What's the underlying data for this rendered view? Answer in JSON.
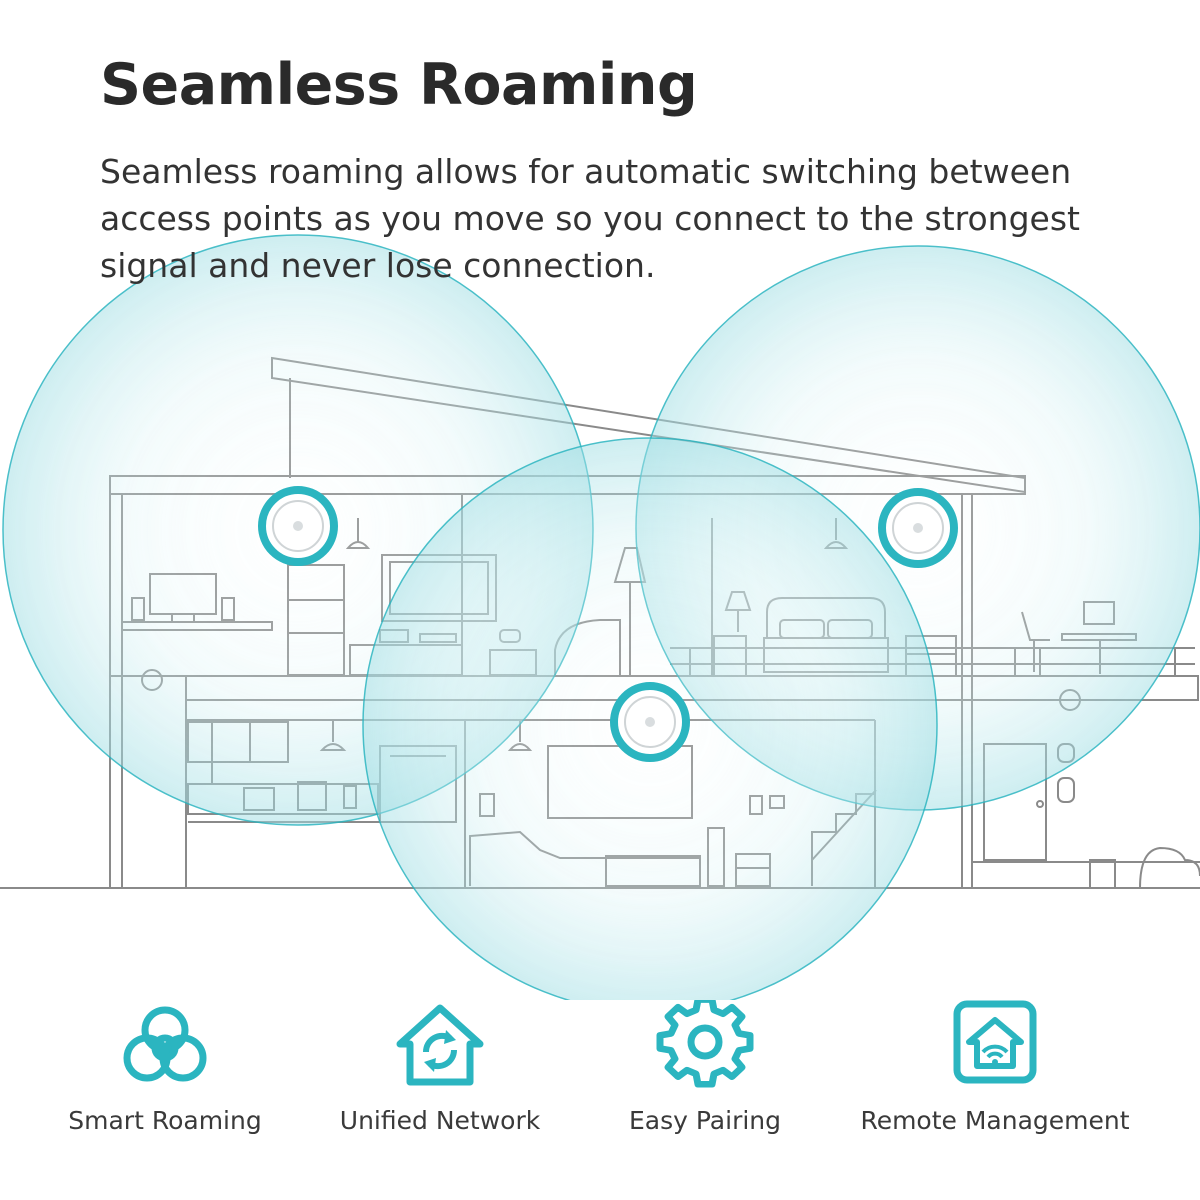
{
  "header": {
    "title": "Seamless Roaming",
    "description": "Seamless roaming allows for automatic switching between access points as you move so you connect to the strongest signal and never lose connection."
  },
  "colors": {
    "accent": "#2bb5c0",
    "coverage_fill": "#cfeff2",
    "line": "#8a8a8a",
    "text": "#333333"
  },
  "features": [
    {
      "icon": "smart-roaming-icon",
      "label": "Smart Roaming"
    },
    {
      "icon": "unified-network-icon",
      "label": "Unified Network"
    },
    {
      "icon": "easy-pairing-icon",
      "label": "Easy Pairing"
    },
    {
      "icon": "remote-management-icon",
      "label": "Remote Management"
    }
  ]
}
